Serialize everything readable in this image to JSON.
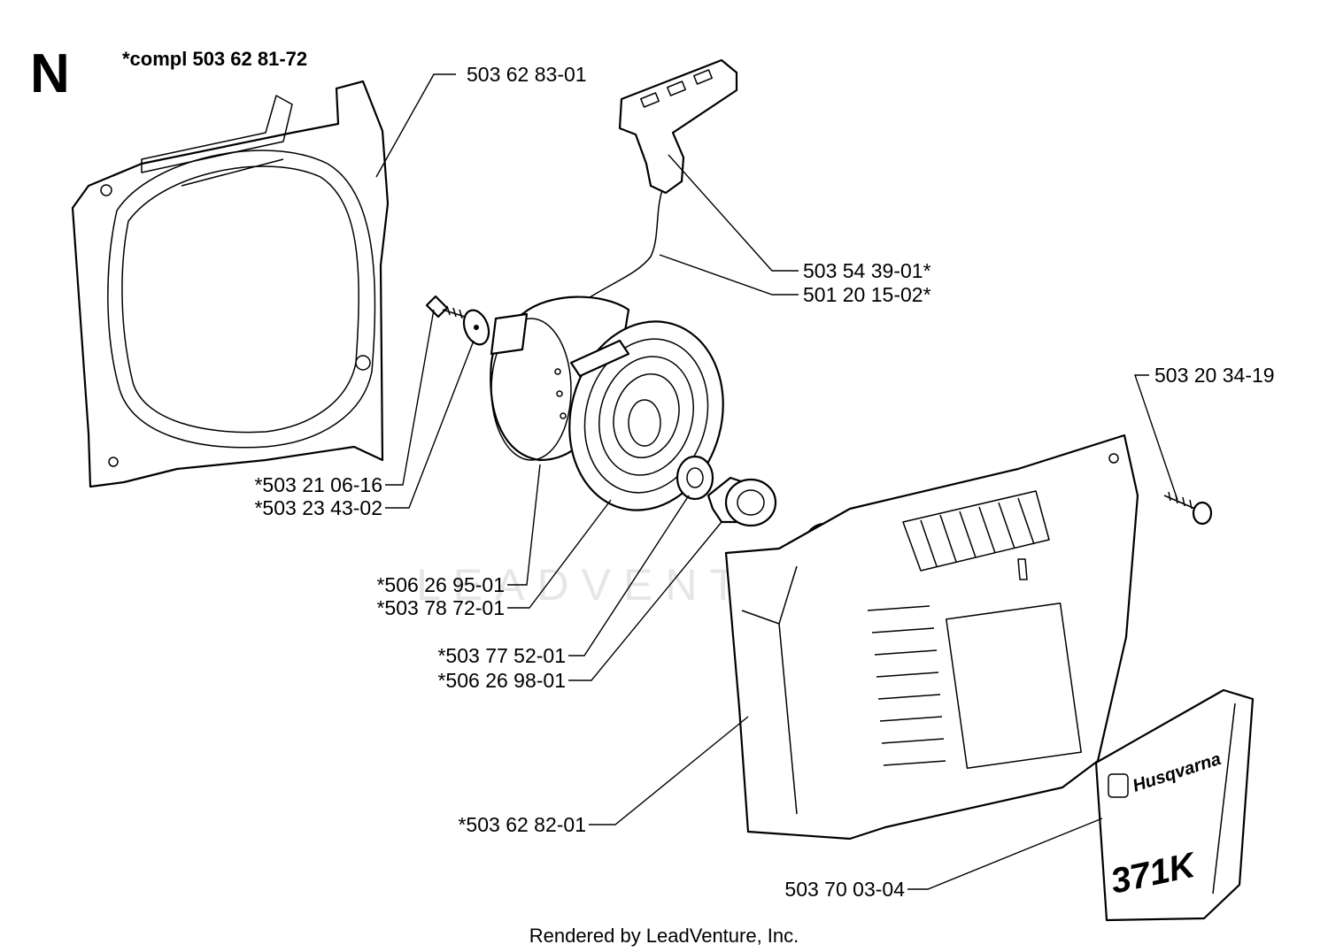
{
  "diagram": {
    "section_letter": "N",
    "assembly_note": "*compl 503 62 81-72",
    "footer": "Rendered by LeadVenture, Inc.",
    "watermark": "LEADVENTURE",
    "decal": {
      "brand": "Husqvarna",
      "model": "371K"
    },
    "part_labels": [
      "503 62 83-01",
      "503 54 39-01*",
      "501 20 15-02*",
      "503 20 34-19",
      "*503 21 06-16",
      "*503 23 43-02",
      "*506 26 95-01",
      "*503 78 72-01",
      "*503 77 52-01",
      "*506 26 98-01",
      "*503 62 82-01",
      "503 70 03-04"
    ]
  }
}
